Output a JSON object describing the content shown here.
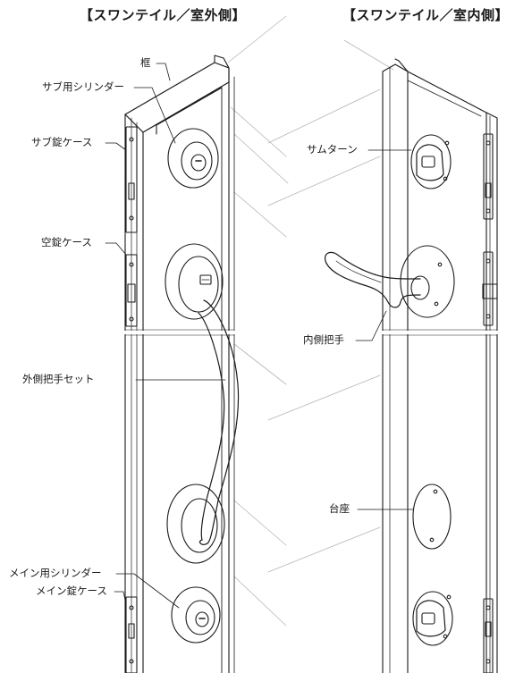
{
  "titles": {
    "exterior": "【スワンテイル／室外側】",
    "interior": "【スワンテイル／室内側】"
  },
  "labels": {
    "frame": "框",
    "sub_cylinder": "サブ用シリンダー",
    "sub_lock_case": "サブ錠ケース",
    "dummy_lock_case": "空錠ケース",
    "exterior_handle_set": "外側把手セット",
    "main_cylinder": "メイン用シリンダー",
    "main_lock_case": "メイン錠ケース",
    "thumb_turn": "サムターン",
    "interior_handle": "内側把手",
    "base_plate": "台座"
  },
  "colors": {
    "line": "#1a1a1a",
    "faint": "#b5b5b5",
    "paper": "#ffffff"
  }
}
